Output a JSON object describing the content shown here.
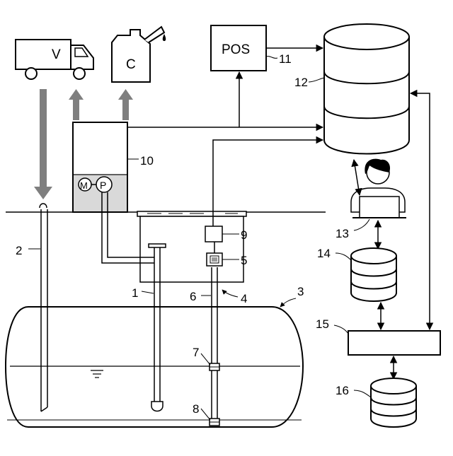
{
  "figure": {
    "labels": {
      "n1": "1",
      "n2": "2",
      "n3": "3",
      "n4": "4",
      "n5": "5",
      "n6": "6",
      "n7": "7",
      "n8": "8",
      "n9": "9",
      "n10": "10",
      "n11": "11",
      "n12": "12",
      "n13": "13",
      "n14": "14",
      "n15": "15",
      "n16": "16"
    },
    "truck_letter": "V",
    "can_letter": "C",
    "pos_text": "POS",
    "motor_text": "M",
    "pump_text": "P"
  }
}
